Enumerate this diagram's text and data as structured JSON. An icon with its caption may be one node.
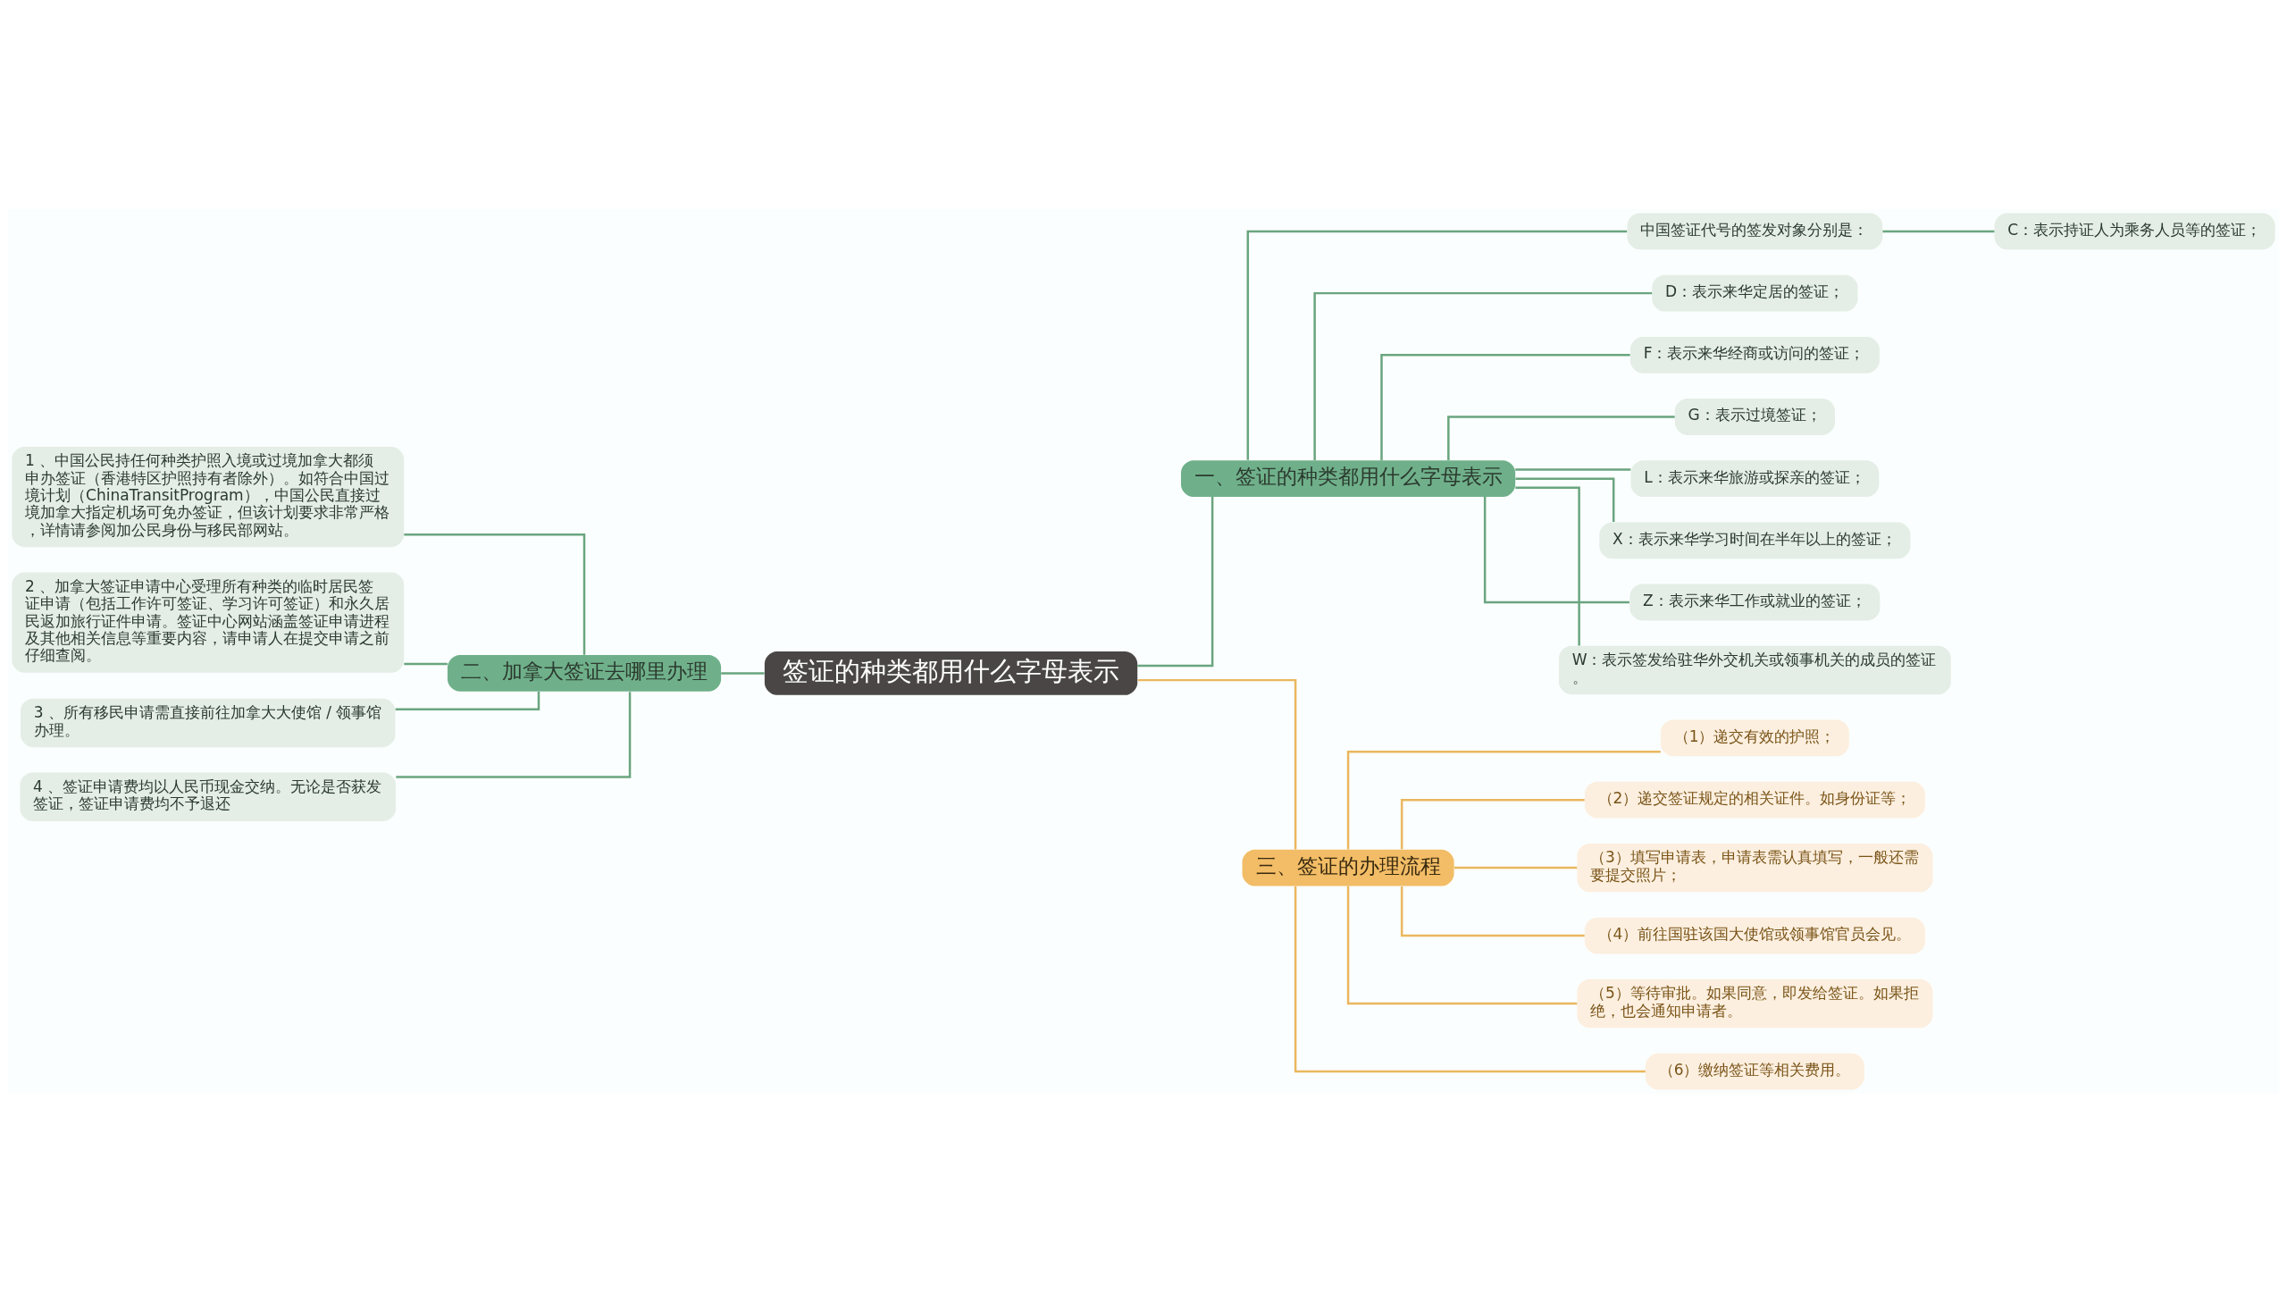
{
  "diagram": {
    "nodes": [
      {
        "text": [
          "签证的种类都用什么字母表示"
        ]
      },
      {
        "text": [
          "一、签证的种类都用什么字母表示"
        ]
      },
      {
        "text": [
          "中国签证代号的签发对象分别是："
        ]
      },
      {
        "text": [
          "C：表示持证人为乘务人员等的签证；"
        ]
      },
      {
        "text": [
          "D：表示来华定居的签证；"
        ]
      },
      {
        "text": [
          "F：表示来华经商或访问的签证；"
        ]
      },
      {
        "text": [
          "G：表示过境签证；"
        ]
      },
      {
        "text": [
          "L：表示来华旅游或探亲的签证；"
        ]
      },
      {
        "text": [
          "X：表示来华学习时间在半年以上的签证；"
        ]
      },
      {
        "text": [
          "Z：表示来华工作或就业的签证；"
        ]
      },
      {
        "text": [
          "W：表示签发给驻华外交机关或领事机关的成员的签证。"
        ]
      },
      {
        "text": [
          "二、加拿大签证去哪里办理"
        ]
      },
      {
        "text": [
          "1 、中国公民持任何种类护照入境或过境加拿大都须申办签证（香港特区护照持有者除外）。如符合中国过境计划（ChinaTransitProgram），中国公民直接过境加拿大指定机场可免办签证，但该计划要求非常严格，详情请参阅加公民身份与移民部网站。"
        ]
      },
      {
        "text": [
          "2 、加拿大签证申请中心受理所有种类的临时居民签证申请（包括工作许可签证、学习许可签证）和永久居民返加旅行证件申请。签证中心网站涵盖签证申请进程及其他相关信息等重要内容，请申请人在提交申请之前仔细查阅。"
        ]
      },
      {
        "text": [
          "3 、所有移民申请需直接前往加拿大大使馆 / 领事馆办理。"
        ]
      },
      {
        "text": [
          "4 、签证申请费均以人民币现金交纳。无论是否获发签证，签证申请费均不予退还"
        ]
      },
      {
        "text": [
          "三、签证的办理流程"
        ]
      },
      {
        "text": [
          "（1）递交有效的护照；"
        ]
      },
      {
        "text": [
          "（2）递交签证规定的相关证件。如身份证等；"
        ]
      },
      {
        "text": [
          "（3）填写申请表，申请表需认真填写，一般还需要提交照片；"
        ]
      },
      {
        "text": [
          "（4）前往国驻该国大使馆或领事馆官员会见。"
        ]
      },
      {
        "text": [
          "（5）等待审批。如果同意，即发给签证。如果拒绝，也会通知申请者。"
        ]
      },
      {
        "text": [
          "（6）缴纳签证等相关费用。"
        ]
      }
    ],
    "edges": [
      {
        "from": 0,
        "to": 1,
        "arrow": "none"
      },
      {
        "from": 1,
        "to": 2,
        "arrow": "none"
      },
      {
        "from": 2,
        "to": 3,
        "arrow": "none"
      },
      {
        "from": 1,
        "to": 4,
        "arrow": "none"
      },
      {
        "from": 1,
        "to": 5,
        "arrow": "none"
      },
      {
        "from": 1,
        "to": 6,
        "arrow": "none"
      },
      {
        "from": 1,
        "to": 7,
        "arrow": "none"
      },
      {
        "from": 1,
        "to": 8,
        "arrow": "none"
      },
      {
        "from": 1,
        "to": 9,
        "arrow": "none"
      },
      {
        "from": 1,
        "to": 10,
        "arrow": "none"
      },
      {
        "from": 0,
        "to": 11,
        "arrow": "none"
      },
      {
        "from": 11,
        "to": 12,
        "arrow": "none"
      },
      {
        "from": 11,
        "to": 13,
        "arrow": "none"
      },
      {
        "from": 11,
        "to": 14,
        "arrow": "none"
      },
      {
        "from": 11,
        "to": 15,
        "arrow": "none"
      },
      {
        "from": 0,
        "to": 16,
        "arrow": "none",
        "color": "#eab75e"
      },
      {
        "from": 16,
        "to": 17,
        "arrow": "none",
        "color": "#eab75e"
      },
      {
        "from": 16,
        "to": 18,
        "arrow": "none",
        "color": "#eab75e"
      },
      {
        "from": 16,
        "to": 19,
        "arrow": "none",
        "color": "#eab75e"
      },
      {
        "from": 16,
        "to": 20,
        "arrow": "none",
        "color": "#eab75e"
      },
      {
        "from": 16,
        "to": 21,
        "arrow": "none",
        "color": "#eab75e"
      },
      {
        "from": 16,
        "to": 22,
        "arrow": "none",
        "color": "#eab75e"
      }
    ]
  }
}
